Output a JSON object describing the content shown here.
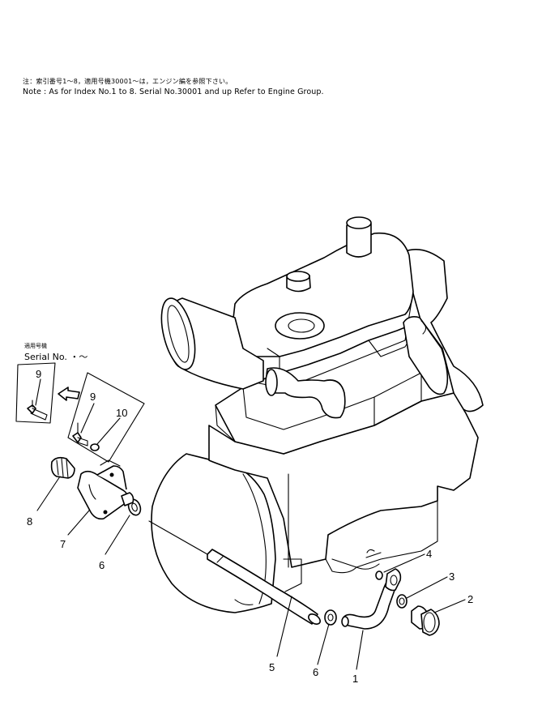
{
  "notes": {
    "japanese": "注：索引番号1～8，適用号機30001～は，エンジン編を参照下さい。",
    "english": "Note : As for Index No.1 to 8. Serial No.30001 and up Refer to Engine Group."
  },
  "serial_box": {
    "label_jp": "適用号機",
    "label_en": "Serial No.  ・～"
  },
  "callouts": {
    "c1": "1",
    "c2": "2",
    "c3": "3",
    "c4": "4",
    "c5": "5",
    "c6a": "6",
    "c6b": "6",
    "c7": "7",
    "c8": "8",
    "c9a": "9",
    "c9b": "9",
    "c10": "10"
  }
}
